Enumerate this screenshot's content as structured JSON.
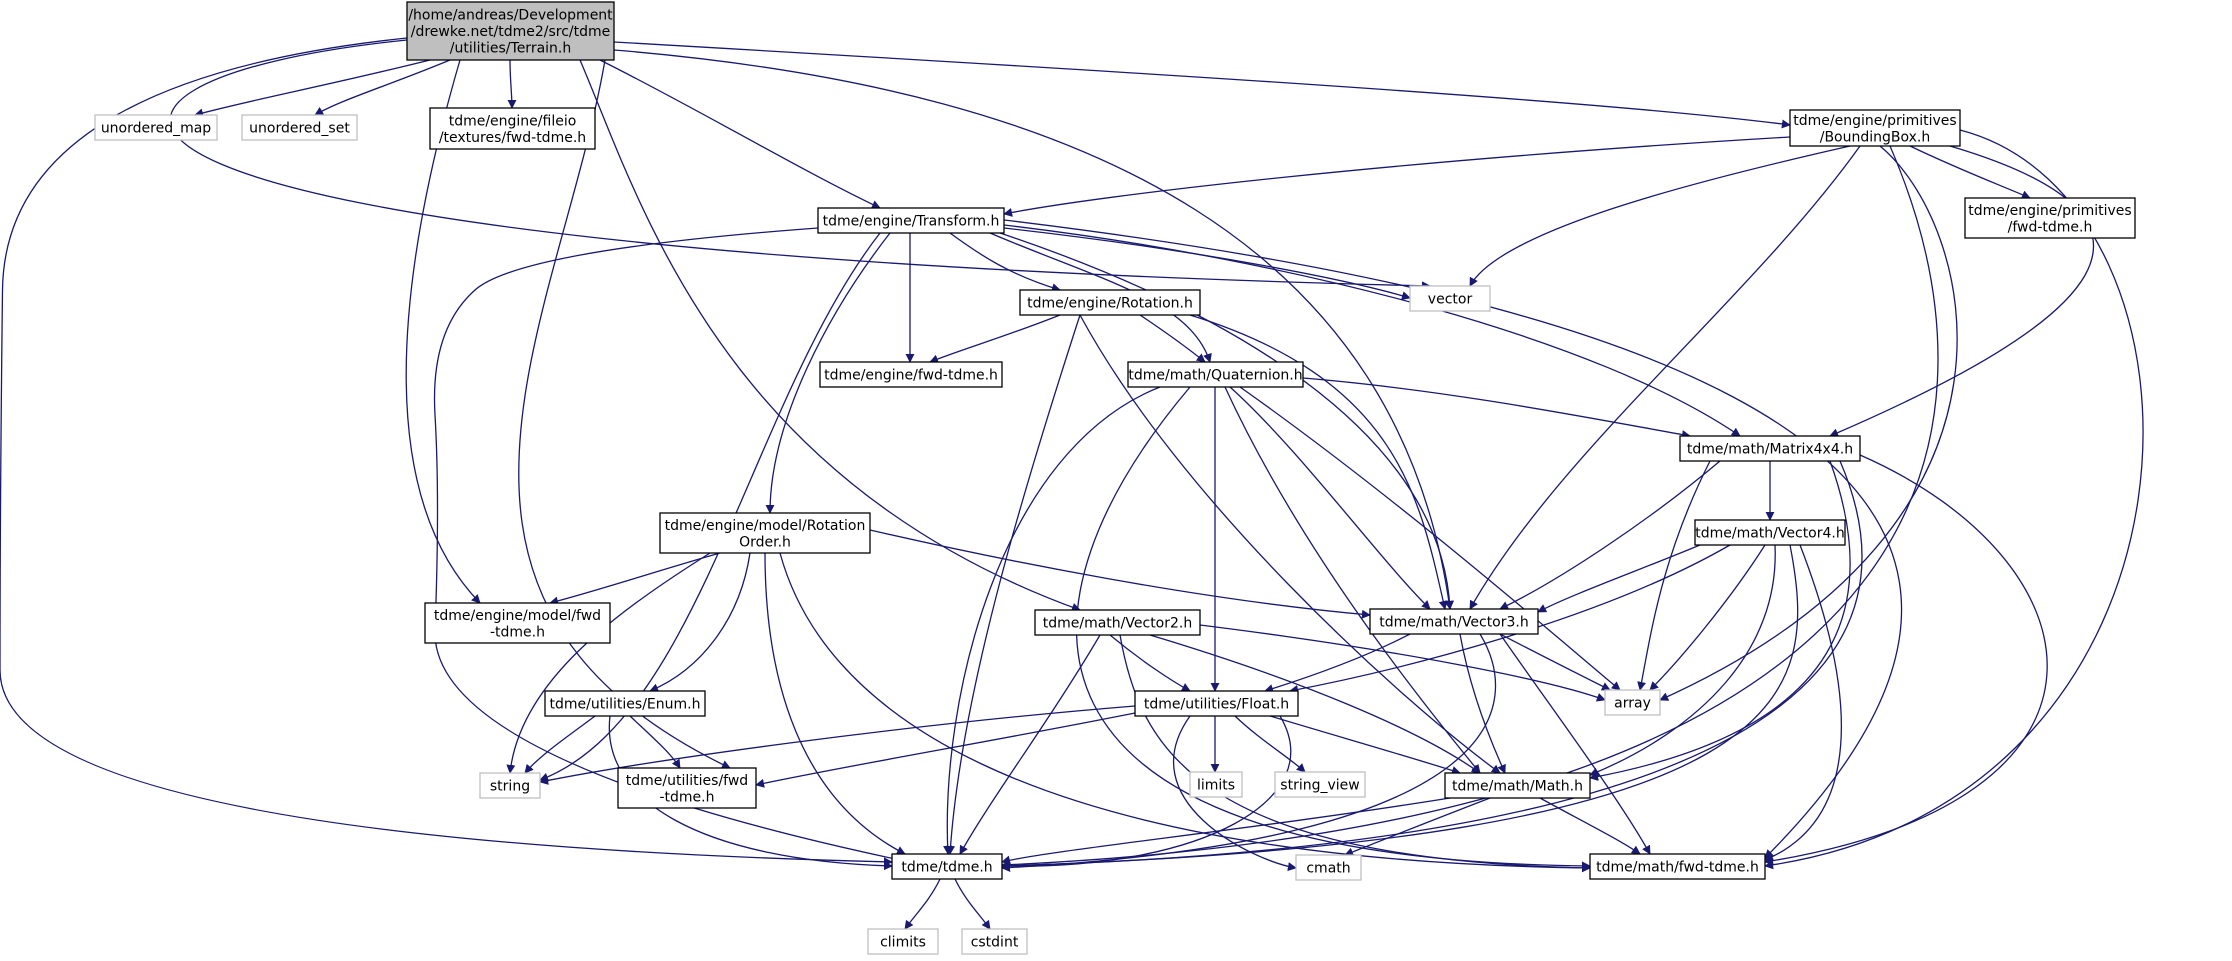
{
  "graph": {
    "colors": {
      "edge": "#191970",
      "main_fill": "#bfbfbf",
      "node_border": "#000000",
      "external_border": "#bfbfbf"
    },
    "nodes": {
      "terrain": {
        "lines": [
          "/home/andreas/Development",
          "/drewke.net/tdme2/src/tdme",
          "/utilities/Terrain.h"
        ],
        "kind": "main"
      },
      "unordered_map": {
        "lines": [
          "unordered_map"
        ],
        "kind": "external"
      },
      "unordered_set": {
        "lines": [
          "unordered_set"
        ],
        "kind": "external"
      },
      "fileio_fwd": {
        "lines": [
          "tdme/engine/fileio",
          "/textures/fwd-tdme.h"
        ],
        "kind": "local"
      },
      "boundingbox": {
        "lines": [
          "tdme/engine/primitives",
          "/BoundingBox.h"
        ],
        "kind": "local"
      },
      "transform": {
        "lines": [
          "tdme/engine/Transform.h"
        ],
        "kind": "local"
      },
      "primitives_fwd": {
        "lines": [
          "tdme/engine/primitives",
          "/fwd-tdme.h"
        ],
        "kind": "local"
      },
      "vector": {
        "lines": [
          "vector"
        ],
        "kind": "external"
      },
      "rotation": {
        "lines": [
          "tdme/engine/Rotation.h"
        ],
        "kind": "local"
      },
      "engine_fwd": {
        "lines": [
          "tdme/engine/fwd-tdme.h"
        ],
        "kind": "local"
      },
      "quaternion": {
        "lines": [
          "tdme/math/Quaternion.h"
        ],
        "kind": "local"
      },
      "matrix4x4": {
        "lines": [
          "tdme/math/Matrix4x4.h"
        ],
        "kind": "local"
      },
      "rotationorder": {
        "lines": [
          "tdme/engine/model/Rotation",
          "Order.h"
        ],
        "kind": "local"
      },
      "vector4": {
        "lines": [
          "tdme/math/Vector4.h"
        ],
        "kind": "local"
      },
      "model_fwd": {
        "lines": [
          "tdme/engine/model/fwd",
          "-tdme.h"
        ],
        "kind": "local"
      },
      "vector2": {
        "lines": [
          "tdme/math/Vector2.h"
        ],
        "kind": "local"
      },
      "vector3": {
        "lines": [
          "tdme/math/Vector3.h"
        ],
        "kind": "local"
      },
      "enum": {
        "lines": [
          "tdme/utilities/Enum.h"
        ],
        "kind": "local"
      },
      "float": {
        "lines": [
          "tdme/utilities/Float.h"
        ],
        "kind": "local"
      },
      "array": {
        "lines": [
          "array"
        ],
        "kind": "external"
      },
      "string": {
        "lines": [
          "string"
        ],
        "kind": "external"
      },
      "utilities_fwd": {
        "lines": [
          "tdme/utilities/fwd",
          "-tdme.h"
        ],
        "kind": "local"
      },
      "limits": {
        "lines": [
          "limits"
        ],
        "kind": "external"
      },
      "string_view": {
        "lines": [
          "string_view"
        ],
        "kind": "external"
      },
      "math": {
        "lines": [
          "tdme/math/Math.h"
        ],
        "kind": "local"
      },
      "tdme": {
        "lines": [
          "tdme/tdme.h"
        ],
        "kind": "local"
      },
      "cmath": {
        "lines": [
          "cmath"
        ],
        "kind": "external"
      },
      "math_fwd": {
        "lines": [
          "tdme/math/fwd-tdme.h"
        ],
        "kind": "local"
      },
      "climits": {
        "lines": [
          "climits"
        ],
        "kind": "external"
      },
      "cstdint": {
        "lines": [
          "cstdint"
        ],
        "kind": "external"
      }
    }
  }
}
